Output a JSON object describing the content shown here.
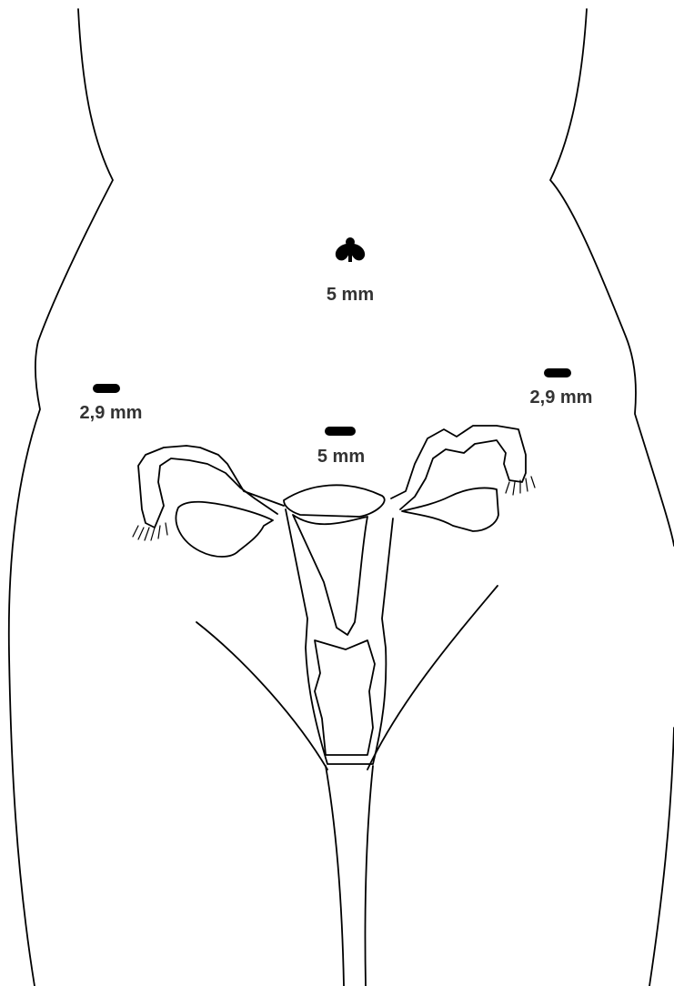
{
  "ports": {
    "umbilical": {
      "label": "5 mm",
      "icon": "umbilical-port-icon"
    },
    "right_lateral": {
      "label": "2,9 mm",
      "icon": "port-incision-icon"
    },
    "left_lateral": {
      "label": "2,9 mm",
      "icon": "port-incision-icon"
    },
    "suprapubic": {
      "label": "5 mm",
      "icon": "port-incision-icon"
    }
  },
  "colors": {
    "line": "#000000",
    "label": "#333333",
    "background": "#ffffff"
  }
}
